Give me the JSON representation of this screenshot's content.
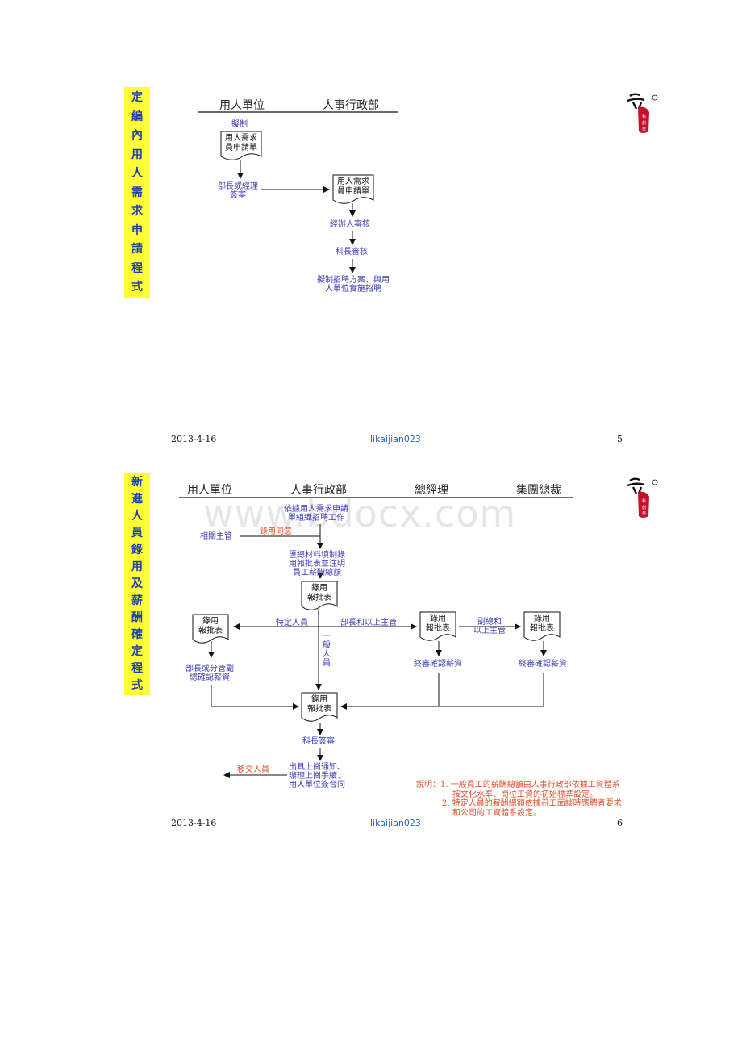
{
  "watermark": "www.bdocx.com",
  "slide1": {
    "side_title": [
      "定",
      "編",
      "內",
      "用",
      "人",
      "需",
      "求",
      "申",
      "請",
      "程",
      "式"
    ],
    "headers": {
      "col1": "用人單位",
      "col2": "人事行政部"
    },
    "labels": {
      "draft": "擬制",
      "dept_approve": [
        "部長或經理",
        "簽審"
      ],
      "officer_review": "經辦人審核",
      "section_review": "科長審核",
      "plan": [
        "擬制招聘方案、與用",
        "人單位實施招聘"
      ]
    },
    "docs": {
      "form_a": [
        "用人需求",
        "員申請單"
      ],
      "form_b": [
        "用人需求",
        "員申請單"
      ]
    },
    "footer": {
      "date": "2013-4-16",
      "author": "likaijian023",
      "page": "5"
    }
  },
  "slide2": {
    "side_title": [
      "新",
      "進",
      "人",
      "員",
      "錄",
      "用",
      "及",
      "薪",
      "酬",
      "確",
      "定",
      "程",
      "式"
    ],
    "headers": {
      "col1": "用人單位",
      "col2": "人事行政部",
      "col3": "總經理",
      "col4": "集團總裁"
    },
    "labels": {
      "organize": [
        "依據用人需求申請",
        "單組織招聘工作"
      ],
      "related_manager": "相關主管",
      "hire_agree": "錄用同意",
      "compile": [
        "匯總材料填制錄",
        "用報批表並注明",
        "員工薪酬總額"
      ],
      "special_staff": "特定人員",
      "dept_above": "部長和以上主管",
      "deputy_above": [
        "副總和",
        "以上主管"
      ],
      "general_staff": [
        "一",
        "般",
        "人",
        "員"
      ],
      "dept_confirm": [
        "部長或分管副",
        "總確認薪資"
      ],
      "final_confirm_gm": "終審確認薪資",
      "final_confirm_ceo": "終審確認薪資",
      "section_sign": "科長簽審",
      "issue": [
        "出具上崗通知、",
        "辦理上崗手續、",
        "用人單位簽合同"
      ],
      "handover": "移交人員"
    },
    "doc_label": [
      "錄用",
      "報批表"
    ],
    "note": {
      "prefix": "說明：",
      "line1": "1. 一般員工的薪酬總額由人事行政部依據工資體系",
      "line1b": "按文化水準、崗位工資的初始標準設定。",
      "line2": "2. 特定人員的薪酬總額依據召工面談時應聘者要求",
      "line2b": "和公司的工資體系設定。"
    },
    "footer": {
      "date": "2013-4-16",
      "author": "likaijian023",
      "page": "6"
    }
  },
  "colors": {
    "accent_yellow": "#ffff33",
    "title_blue": "#1e3fb0",
    "label_blue": "#3b3bb5",
    "label_red": "#e2502a",
    "logo_red": "#c8102e"
  }
}
